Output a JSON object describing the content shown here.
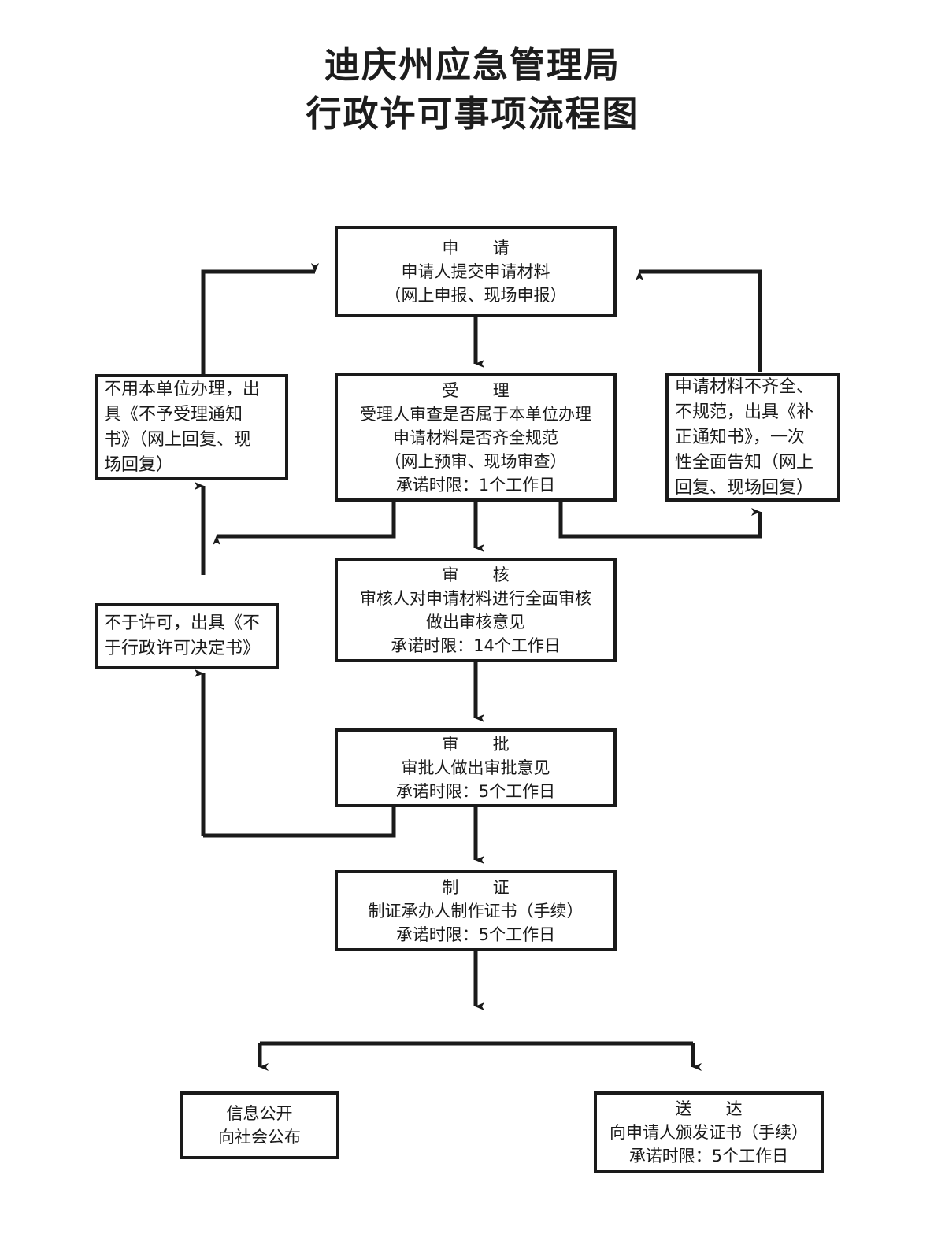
{
  "title": {
    "line1": "迪庆州应急管理局",
    "line2": "行政许可事项流程图"
  },
  "nodes": {
    "apply": {
      "name": "申请",
      "lines": [
        "申  请",
        "申请人提交申请材料",
        "（网上申报、现场申报）"
      ]
    },
    "accept": {
      "name": "受理",
      "lines": [
        "受  理",
        "受理人审查是否属于本单位办理",
        "申请材料是否齐全规范",
        "（网上预审、现场审查）",
        "承诺时限：1个工作日"
      ]
    },
    "not_our_unit": {
      "name": "不予受理通知书",
      "lines": [
        "不用本单位办理，出",
        "具《不予受理通知",
        "书》（网上回复、现",
        "场回复）"
      ]
    },
    "incomplete": {
      "name": "补正通知书",
      "lines": [
        "申请材料不齐全、",
        "不规范，出具《补",
        "正通知书》，一次",
        "性全面告知（网上",
        "回复、现场回复）"
      ]
    },
    "review": {
      "name": "审核",
      "lines": [
        "审  核",
        "审核人对申请材料进行全面审核",
        "做出审核意见",
        "承诺时限：14个工作日"
      ]
    },
    "not_permitted": {
      "name": "不于行政许可决定书",
      "lines": [
        "不于许可，出具《不",
        "于行政许可决定书》"
      ]
    },
    "approve": {
      "name": "审批",
      "lines": [
        "审  批",
        "审批人做出审批意见",
        "承诺时限：5个工作日"
      ]
    },
    "certify": {
      "name": "制证",
      "lines": [
        "制  证",
        "制证承办人制作证书（手续）",
        "承诺时限：5个工作日"
      ]
    },
    "disclose": {
      "name": "信息公开",
      "lines": [
        "信息公开",
        "向社会公布"
      ]
    },
    "deliver": {
      "name": "送达",
      "lines": [
        "送  达",
        "向申请人颁发证书（手续）",
        "承诺时限：5个工作日"
      ]
    }
  },
  "colors": {
    "ink": "#1a1a1a",
    "paper": "#ffffff"
  }
}
